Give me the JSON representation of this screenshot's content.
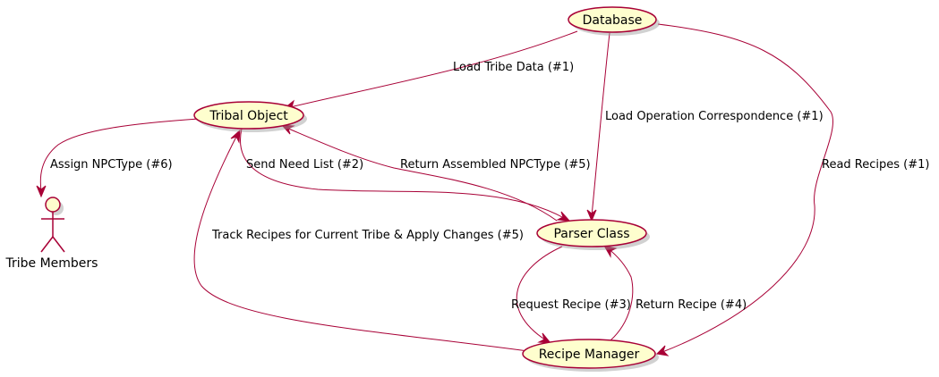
{
  "nodes": {
    "database": {
      "label": "Database"
    },
    "tribal_object": {
      "label": "Tribal Object"
    },
    "parser_class": {
      "label": "Parser Class"
    },
    "recipe_manager": {
      "label": "Recipe Manager"
    },
    "tribe_members": {
      "label": "Tribe Members"
    }
  },
  "edges": {
    "load_tribe_data": {
      "label": "Load Tribe Data (#1)"
    },
    "load_operation_correspondence": {
      "label": "Load Operation Correspondence (#1)"
    },
    "read_recipes": {
      "label": "Read Recipes (#1)"
    },
    "assign_npctype": {
      "label": "Assign NPCType (#6)"
    },
    "send_need_list": {
      "label": "Send Need List (#2)"
    },
    "return_assembled_npctype": {
      "label": "Return Assembled NPCType (#5)"
    },
    "track_recipes": {
      "label": "Track Recipes for Current Tribe & Apply Changes (#5)"
    },
    "request_recipe": {
      "label": "Request Recipe (#3)"
    },
    "return_recipe": {
      "label": "Return Recipe (#4)"
    }
  },
  "colors": {
    "node_fill": "#FEFECE",
    "border": "#A80036",
    "text": "#000000",
    "background": "#FFFFFF"
  }
}
